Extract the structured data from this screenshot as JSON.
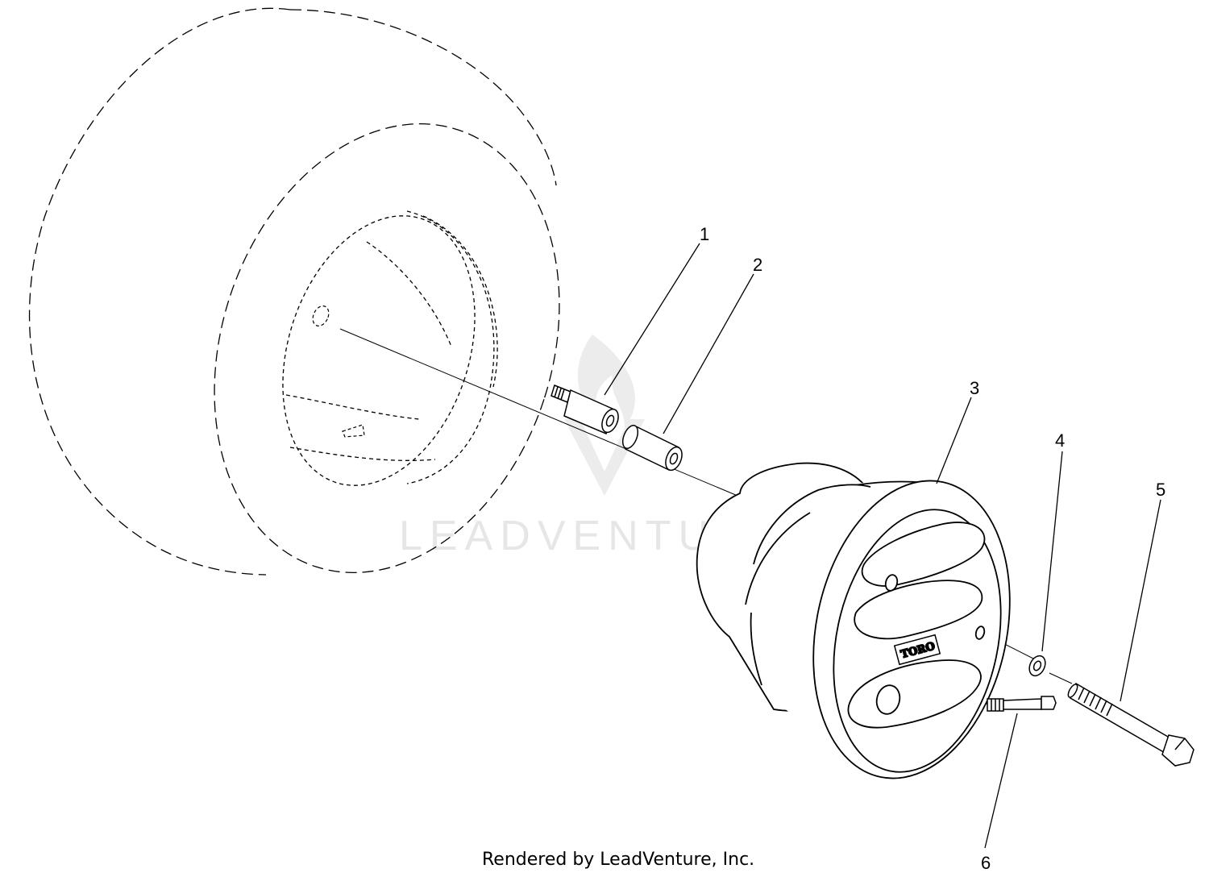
{
  "diagram": {
    "callouts": [
      {
        "id": "1",
        "label": "1"
      },
      {
        "id": "2",
        "label": "2"
      },
      {
        "id": "3",
        "label": "3"
      },
      {
        "id": "4",
        "label": "4"
      },
      {
        "id": "5",
        "label": "5"
      },
      {
        "id": "6",
        "label": "6"
      }
    ],
    "hub_logo": "TORO",
    "watermark": "LEADVENTURE",
    "footer": "Rendered by LeadVenture, Inc."
  },
  "colors": {
    "line": "#000000",
    "watermark": "#e6e6e6",
    "background": "#ffffff"
  }
}
